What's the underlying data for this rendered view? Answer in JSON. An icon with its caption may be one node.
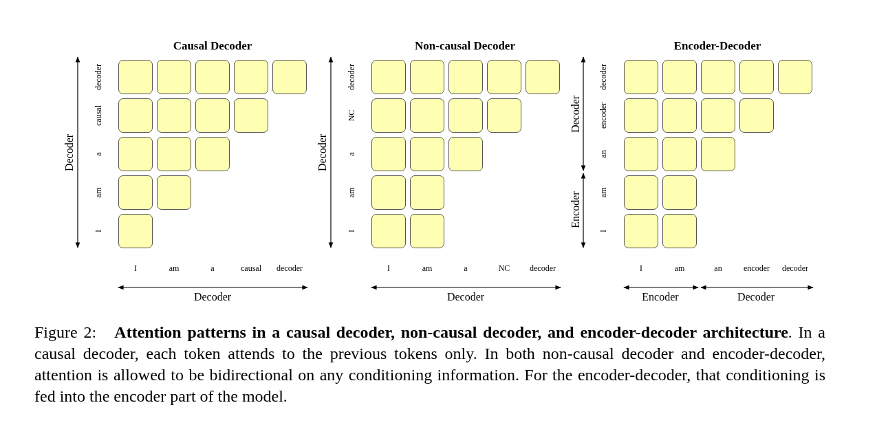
{
  "diagram": {
    "caption": "Figure 2:   **Attention patterns in a causal decoder, non-causal decoder, and encoder-decoder architecture**. In a causal decoder, each token attends to the previous tokens only. In both non-causal decoder and encoder-decoder, attention is allowed to be bidirectional on any conditioning information. For the encoder-decoder, that conditioning is fed into the encoder part of the model.",
    "nodes": [
      {
        "text": [],
        "shape": "box"
      },
      {
        "text": [],
        "shape": "box"
      },
      {
        "text": [],
        "shape": "box"
      },
      {
        "text": [],
        "shape": "box"
      },
      {
        "text": [],
        "shape": "box"
      },
      {
        "text": [],
        "shape": "box"
      },
      {
        "text": [],
        "shape": "box"
      },
      {
        "text": [],
        "shape": "box"
      },
      {
        "text": [],
        "shape": "box"
      },
      {
        "text": [],
        "shape": "box"
      },
      {
        "text": [],
        "shape": "box"
      },
      {
        "text": [],
        "shape": "box"
      },
      {
        "text": [],
        "shape": "box"
      },
      {
        "text": [],
        "shape": "box"
      },
      {
        "text": [],
        "shape": "box"
      },
      {
        "text": [],
        "shape": "box"
      },
      {
        "text": [],
        "shape": "box"
      },
      {
        "text": [],
        "shape": "box"
      },
      {
        "text": [],
        "shape": "box"
      },
      {
        "text": [],
        "shape": "box"
      },
      {
        "text": [],
        "shape": "box"
      },
      {
        "text": [],
        "shape": "box"
      },
      {
        "text": [],
        "shape": "box"
      },
      {
        "text": [],
        "shape": "box"
      },
      {
        "text": [],
        "shape": "box"
      },
      {
        "text": [],
        "shape": "box"
      },
      {
        "text": [],
        "shape": "box"
      },
      {
        "text": [],
        "shape": "box"
      },
      {
        "text": [],
        "shape": "box"
      },
      {
        "text": [],
        "shape": "box"
      },
      {
        "text": [],
        "shape": "box"
      },
      {
        "text": [],
        "shape": "box"
      },
      {
        "text": [],
        "shape": "box"
      },
      {
        "text": [],
        "shape": "box"
      },
      {
        "text": [],
        "shape": "box"
      },
      {
        "text": [],
        "shape": "box"
      },
      {
        "text": [],
        "shape": "box"
      },
      {
        "text": [],
        "shape": "box"
      },
      {
        "text": [],
        "shape": "box"
      },
      {
        "text": [],
        "shape": "box"
      },
      {
        "text": [],
        "shape": "box"
      },
      {
        "text": [],
        "shape": "box"
      },
      {
        "text": [],
        "shape": "box"
      },
      {
        "text": [],
        "shape": "box"
      },
      {
        "text": [],
        "shape": "box"
      },
      {
        "text": [],
        "shape": "box"
      },
      {
        "text": [],
        "shape": "box"
      }
    ],
    "labels": [
      "Causal Decoder",
      "Decoder",
      "decoder",
      "causal",
      "a",
      "am",
      "I",
      "I",
      "am",
      "a",
      "causal",
      "decoder",
      "Decoder",
      "Non-causal Decoder",
      "Decoder",
      "decoder",
      "NC",
      "a",
      "am",
      "I",
      "I",
      "am",
      "a",
      "NC",
      "decoder",
      "Decoder",
      "Encoder-Decoder",
      "Decoder",
      "Encoder",
      "decoder",
      "encoder",
      "an",
      "am",
      "I",
      "I",
      "am",
      "an",
      "encoder",
      "decoder",
      "Encoder",
      "Decoder"
    ]
  }
}
